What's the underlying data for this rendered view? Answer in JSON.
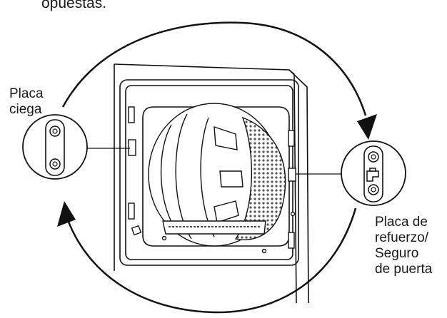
{
  "header_text": "opuestas.",
  "labels": {
    "left": "Placa\nciega",
    "right": "Placa de\nrefuerzo/\nSeguro\nde puerta"
  },
  "icons": [
    "rotation-arrow-icon",
    "screw-icon",
    "door-latch-icon"
  ],
  "colors": {
    "line": "#111111",
    "background": "#ffffff",
    "mesh": "#555555"
  }
}
